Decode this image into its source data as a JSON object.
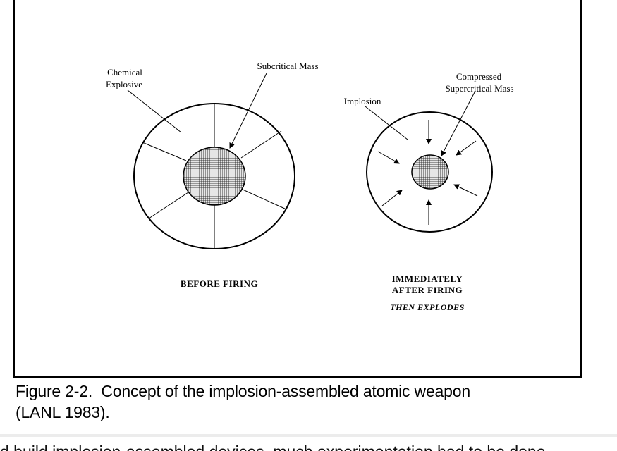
{
  "figure": {
    "left_diagram": {
      "label_chemical_line1": "Chemical",
      "label_chemical_line2": "Explosive",
      "label_subcritical": "Subcritical Mass",
      "caption": "BEFORE FIRING"
    },
    "right_diagram": {
      "label_implosion": "Implosion",
      "label_compressed_line1": "Compressed",
      "label_compressed_line2": "Supercritical Mass",
      "caption_line1": "IMMEDIATELY",
      "caption_line2": "AFTER FIRING",
      "caption_line3": "THEN EXPLODES"
    }
  },
  "caption": {
    "line1": "Figure 2-2.  Concept of the implosion-assembled atomic weapon",
    "line2": "(LANL 1983)."
  },
  "body_text_fragment": "d build implosion-assembled devices, much experimentation had to be done"
}
